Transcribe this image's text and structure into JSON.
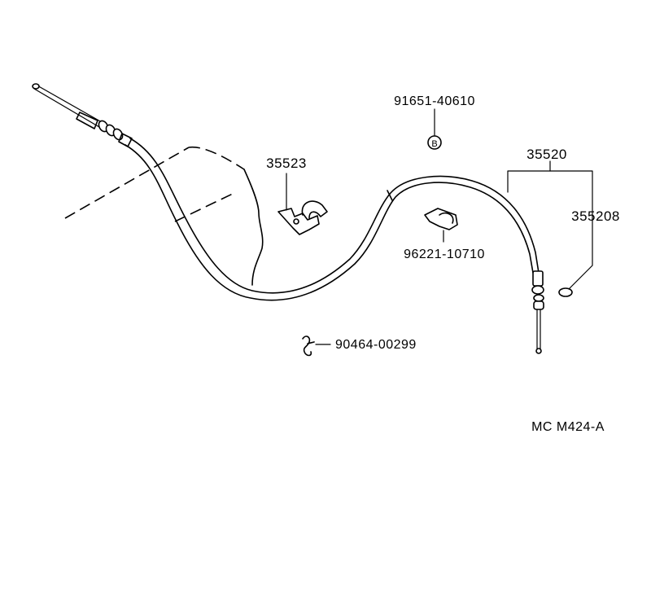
{
  "parts": {
    "bolt": "91651-40610",
    "bolt_symbol": "B",
    "cable_assy": "35520",
    "cable_sub": "355208",
    "bracket": "35523",
    "clamp": "96221-10710",
    "clip": "90464-00299"
  },
  "diagram_code": "MC M424-A",
  "colors": {
    "line": "#000000",
    "background": "#ffffff"
  }
}
